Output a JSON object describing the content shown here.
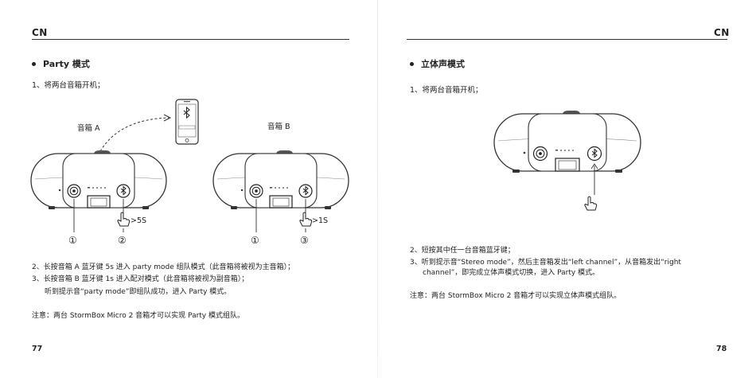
{
  "left_page": {
    "header": "CN",
    "title": "Party 模式",
    "step1": "1、将两台音箱开机；",
    "speaker_a_label": "音箱 A",
    "speaker_b_label": "音箱 B",
    "press_a": ">5S",
    "press_b": ">1S",
    "marker_1": "①",
    "marker_2": "②",
    "marker_3": "③",
    "step2": "2、长按音箱 A 蓝牙键 5s 进入 party mode 组队模式（此音箱将被视为主音箱）；",
    "step3": "3、长按音箱 B 蓝牙键 1s 进入配对模式（此音箱将被视为副音箱）；",
    "step3_cont": "听到提示音“party mode”即组队成功，进入 Party 模式。",
    "note": "注意：两台 StormBox Micro 2 音箱才可以实现 Party 模式组队。",
    "page_number": "77"
  },
  "right_page": {
    "header": "CN",
    "title": "立体声模式",
    "step1": "1、将两台音箱开机；",
    "step2": "2、短按其中任一台音箱蓝牙键；",
    "step3_line1": "3、听到提示音“Stereo mode”，然后主音箱发出“left channel”，从音箱发出“right",
    "step3_line2": "channel”，即完成立体声模式切换，进入 Party 模式。",
    "note": "注意：两台 StormBox Micro 2 音箱才可以实现立体声模式组队。",
    "page_number": "78"
  }
}
